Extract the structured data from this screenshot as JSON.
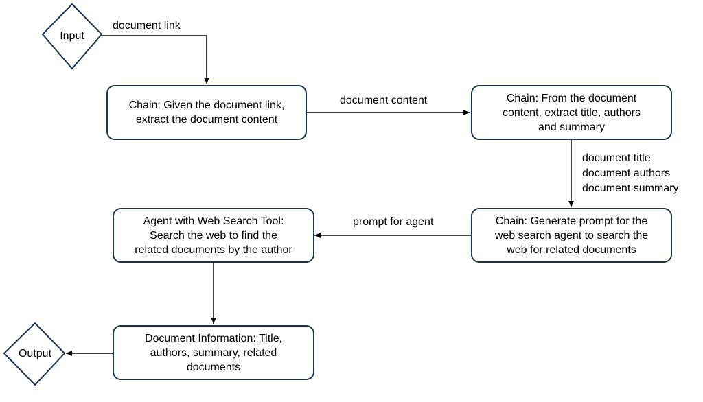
{
  "nodes": {
    "input": {
      "label": "Input"
    },
    "output": {
      "label": "Output"
    },
    "chain_extract_content": {
      "lines": [
        "Chain: Given the document link,",
        "extract the document content"
      ]
    },
    "chain_extract_meta": {
      "lines": [
        "Chain: From the document",
        "content, extract title, authors",
        "and summary"
      ]
    },
    "chain_generate_prompt": {
      "lines": [
        "Chain: Generate prompt for the",
        "web search agent to search the",
        "web for related documents"
      ]
    },
    "agent_web_search": {
      "lines": [
        "Agent with Web Search Tool:",
        "Search the web to find the",
        "related documents by the author"
      ]
    },
    "document_information": {
      "lines": [
        "Document Information: Title,",
        "authors, summary, related",
        "documents"
      ]
    }
  },
  "edges": {
    "input_to_extract": {
      "label": "document link"
    },
    "extract_to_meta": {
      "label": "document content"
    },
    "meta_to_prompt": {
      "lines": [
        "document title",
        "document authors",
        "document summary"
      ]
    },
    "prompt_to_agent": {
      "label": "prompt for agent"
    }
  },
  "colors": {
    "box_border": "#1f3349",
    "arrow": "#000000",
    "background": "#ffffff"
  }
}
